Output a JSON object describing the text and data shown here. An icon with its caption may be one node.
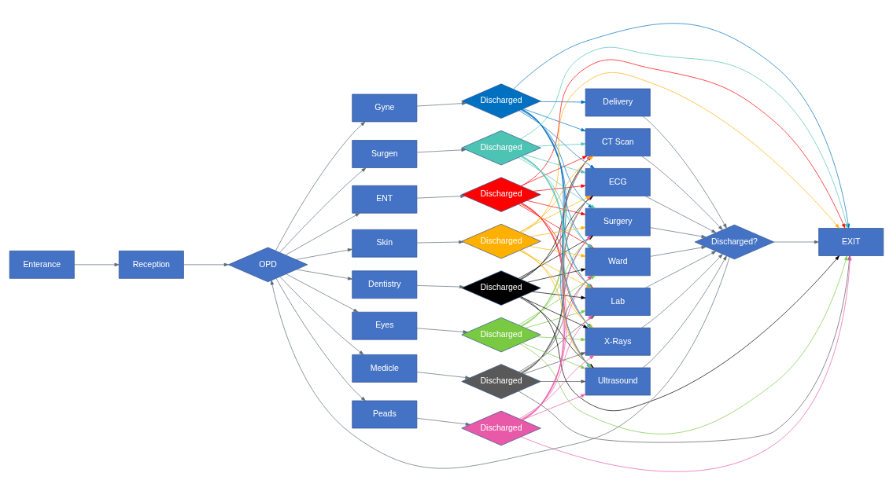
{
  "diagram": {
    "nodes": [
      {
        "text": [
          "Enterance"
        ]
      },
      {
        "text": [
          "Reception"
        ]
      },
      {
        "text": [
          "OPD"
        ]
      },
      {
        "text": [
          "Medicle"
        ]
      },
      {
        "text": [
          "ENT"
        ]
      },
      {
        "text": [
          "Eyes"
        ]
      },
      {
        "text": [
          "Dentistry"
        ]
      },
      {
        "text": [
          "Gyne"
        ]
      },
      {
        "text": [
          "Peads"
        ]
      },
      {
        "text": [
          "Skin"
        ]
      },
      {
        "text": [
          "Surgen"
        ]
      },
      {
        "text": [
          "Discharged"
        ]
      },
      {
        "text": [
          "Discharged"
        ]
      },
      {
        "text": [
          "Discharged"
        ]
      },
      {
        "text": [
          "Discharged"
        ]
      },
      {
        "text": [
          "Discharged"
        ]
      },
      {
        "text": [
          "Discharged"
        ]
      },
      {
        "text": [
          "Discharged"
        ]
      },
      {
        "text": [
          "Discharged"
        ]
      },
      {
        "text": [
          "Ward"
        ]
      },
      {
        "text": [
          "Lab"
        ]
      },
      {
        "text": [
          "X-Rays"
        ]
      },
      {
        "text": [
          "Ultrasound"
        ]
      },
      {
        "text": [
          "CT Scan"
        ]
      },
      {
        "text": [
          "ECG"
        ]
      },
      {
        "text": [
          "Surgery"
        ]
      },
      {
        "text": [
          "Delivery"
        ]
      },
      {
        "text": [
          "Discharged?"
        ]
      },
      {
        "text": [
          "EXIT"
        ]
      }
    ],
    "edges": [
      {
        "from": 0,
        "to": 1,
        "arrow": "to"
      },
      {
        "from": 1,
        "to": 2,
        "arrow": "to"
      },
      {
        "from": 2,
        "to": 3,
        "arrow": "to"
      },
      {
        "from": 2,
        "to": 4,
        "arrow": "to"
      },
      {
        "from": 2,
        "to": 5,
        "arrow": "to"
      },
      {
        "from": 2,
        "to": 6,
        "arrow": "to"
      },
      {
        "from": 2,
        "to": 7,
        "arrow": "to"
      },
      {
        "from": 2,
        "to": 8,
        "arrow": "to"
      },
      {
        "from": 2,
        "to": 9,
        "arrow": "to"
      },
      {
        "from": 2,
        "to": 10,
        "arrow": "to"
      },
      {
        "from": 3,
        "to": 11,
        "arrow": "to"
      },
      {
        "from": 4,
        "to": 12,
        "arrow": "to"
      },
      {
        "from": 5,
        "to": 13,
        "arrow": "to"
      },
      {
        "from": 6,
        "to": 14,
        "arrow": "to"
      },
      {
        "from": 7,
        "to": 15,
        "arrow": "to"
      },
      {
        "from": 8,
        "to": 16,
        "arrow": "to"
      },
      {
        "from": 9,
        "to": 17,
        "arrow": "to"
      },
      {
        "from": 10,
        "to": 18,
        "arrow": "to"
      },
      {
        "from": 11,
        "to": 28,
        "arrow": "to",
        "color": "#595959"
      },
      {
        "from": 12,
        "to": 28,
        "arrow": "to",
        "color": "#ff0000"
      },
      {
        "from": 13,
        "to": 28,
        "arrow": "to",
        "color": "#7ac943"
      },
      {
        "from": 14,
        "to": 28,
        "arrow": "to",
        "color": "#000000"
      },
      {
        "from": 15,
        "to": 28,
        "arrow": "to",
        "color": "#0070c0"
      },
      {
        "from": 16,
        "to": 28,
        "arrow": "to",
        "color": "#e85aa8"
      },
      {
        "from": 17,
        "to": 28,
        "arrow": "to",
        "color": "#ffb000"
      },
      {
        "from": 18,
        "to": 28,
        "arrow": "to",
        "color": "#4dc3b3"
      },
      {
        "from": 11,
        "to": 19,
        "arrow": "to",
        "color": "#595959"
      },
      {
        "from": 11,
        "to": 20,
        "arrow": "to",
        "color": "#595959"
      },
      {
        "from": 11,
        "to": 21,
        "arrow": "to",
        "color": "#595959"
      },
      {
        "from": 11,
        "to": 22,
        "arrow": "to",
        "color": "#595959"
      },
      {
        "from": 11,
        "to": 23,
        "arrow": "to",
        "color": "#595959"
      },
      {
        "from": 11,
        "to": 24,
        "arrow": "to",
        "color": "#595959"
      },
      {
        "from": 11,
        "to": 25,
        "arrow": "to",
        "color": "#595959"
      },
      {
        "from": 12,
        "to": 19,
        "arrow": "to",
        "color": "#ff0000"
      },
      {
        "from": 12,
        "to": 20,
        "arrow": "to",
        "color": "#ff0000"
      },
      {
        "from": 12,
        "to": 21,
        "arrow": "to",
        "color": "#ff0000"
      },
      {
        "from": 12,
        "to": 22,
        "arrow": "to",
        "color": "#ff0000"
      },
      {
        "from": 12,
        "to": 23,
        "arrow": "to",
        "color": "#ff0000"
      },
      {
        "from": 12,
        "to": 24,
        "arrow": "to",
        "color": "#ff0000"
      },
      {
        "from": 12,
        "to": 25,
        "arrow": "to",
        "color": "#ff0000"
      },
      {
        "from": 13,
        "to": 19,
        "arrow": "to",
        "color": "#7ac943"
      },
      {
        "from": 13,
        "to": 20,
        "arrow": "to",
        "color": "#7ac943"
      },
      {
        "from": 13,
        "to": 21,
        "arrow": "to",
        "color": "#7ac943"
      },
      {
        "from": 13,
        "to": 22,
        "arrow": "to",
        "color": "#7ac943"
      },
      {
        "from": 13,
        "to": 23,
        "arrow": "to",
        "color": "#7ac943"
      },
      {
        "from": 13,
        "to": 24,
        "arrow": "to",
        "color": "#7ac943"
      },
      {
        "from": 13,
        "to": 25,
        "arrow": "to",
        "color": "#7ac943"
      },
      {
        "from": 14,
        "to": 19,
        "arrow": "to",
        "color": "#000000"
      },
      {
        "from": 14,
        "to": 20,
        "arrow": "to",
        "color": "#000000"
      },
      {
        "from": 14,
        "to": 21,
        "arrow": "to",
        "color": "#000000"
      },
      {
        "from": 14,
        "to": 22,
        "arrow": "to",
        "color": "#000000"
      },
      {
        "from": 14,
        "to": 23,
        "arrow": "to",
        "color": "#000000"
      },
      {
        "from": 14,
        "to": 24,
        "arrow": "to",
        "color": "#000000"
      },
      {
        "from": 14,
        "to": 25,
        "arrow": "to",
        "color": "#000000"
      },
      {
        "from": 15,
        "to": 19,
        "arrow": "to",
        "color": "#0070c0"
      },
      {
        "from": 15,
        "to": 20,
        "arrow": "to",
        "color": "#0070c0"
      },
      {
        "from": 15,
        "to": 21,
        "arrow": "to",
        "color": "#0070c0"
      },
      {
        "from": 15,
        "to": 22,
        "arrow": "to",
        "color": "#0070c0"
      },
      {
        "from": 15,
        "to": 23,
        "arrow": "to",
        "color": "#0070c0"
      },
      {
        "from": 15,
        "to": 24,
        "arrow": "to",
        "color": "#0070c0"
      },
      {
        "from": 15,
        "to": 25,
        "arrow": "to",
        "color": "#0070c0"
      },
      {
        "from": 15,
        "to": 26,
        "arrow": "to",
        "color": "#0070c0"
      },
      {
        "from": 16,
        "to": 19,
        "arrow": "to",
        "color": "#e85aa8"
      },
      {
        "from": 16,
        "to": 20,
        "arrow": "to",
        "color": "#e85aa8"
      },
      {
        "from": 16,
        "to": 21,
        "arrow": "to",
        "color": "#e85aa8"
      },
      {
        "from": 16,
        "to": 22,
        "arrow": "to",
        "color": "#e85aa8"
      },
      {
        "from": 16,
        "to": 23,
        "arrow": "to",
        "color": "#e85aa8"
      },
      {
        "from": 16,
        "to": 24,
        "arrow": "to",
        "color": "#e85aa8"
      },
      {
        "from": 16,
        "to": 25,
        "arrow": "to",
        "color": "#e85aa8"
      },
      {
        "from": 17,
        "to": 19,
        "arrow": "to",
        "color": "#ffb000"
      },
      {
        "from": 17,
        "to": 20,
        "arrow": "to",
        "color": "#ffb000"
      },
      {
        "from": 17,
        "to": 21,
        "arrow": "to",
        "color": "#ffb000"
      },
      {
        "from": 17,
        "to": 22,
        "arrow": "to",
        "color": "#ffb000"
      },
      {
        "from": 17,
        "to": 23,
        "arrow": "to",
        "color": "#ffb000"
      },
      {
        "from": 17,
        "to": 24,
        "arrow": "to",
        "color": "#ffb000"
      },
      {
        "from": 17,
        "to": 25,
        "arrow": "to",
        "color": "#ffb000"
      },
      {
        "from": 18,
        "to": 19,
        "arrow": "to",
        "color": "#4dc3b3"
      },
      {
        "from": 18,
        "to": 20,
        "arrow": "to",
        "color": "#4dc3b3"
      },
      {
        "from": 18,
        "to": 21,
        "arrow": "to",
        "color": "#4dc3b3"
      },
      {
        "from": 18,
        "to": 22,
        "arrow": "to",
        "color": "#4dc3b3"
      },
      {
        "from": 18,
        "to": 23,
        "arrow": "to",
        "color": "#4dc3b3"
      },
      {
        "from": 18,
        "to": 24,
        "arrow": "to",
        "color": "#4dc3b3"
      },
      {
        "from": 18,
        "to": 25,
        "arrow": "to",
        "color": "#4dc3b3"
      },
      {
        "from": 19,
        "to": 27,
        "arrow": "to"
      },
      {
        "from": 20,
        "to": 27,
        "arrow": "to"
      },
      {
        "from": 21,
        "to": 27,
        "arrow": "to"
      },
      {
        "from": 22,
        "to": 27,
        "arrow": "to"
      },
      {
        "from": 23,
        "to": 27,
        "arrow": "to"
      },
      {
        "from": 24,
        "to": 27,
        "arrow": "to"
      },
      {
        "from": 25,
        "to": 27,
        "arrow": "to"
      },
      {
        "from": 26,
        "to": 27,
        "arrow": "to"
      },
      {
        "from": 27,
        "to": 28,
        "arrow": "to"
      },
      {
        "from": 27,
        "to": 2,
        "arrow": "to"
      }
    ]
  }
}
